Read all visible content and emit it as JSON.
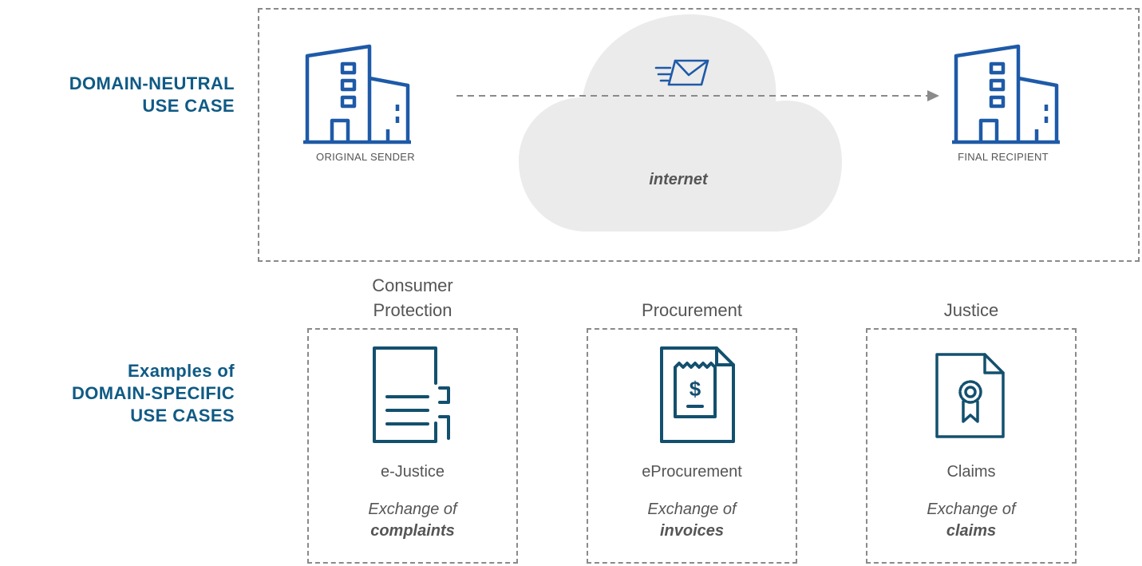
{
  "neutral": {
    "heading_line1": "DOMAIN-NEUTRAL",
    "heading_line2": "USE CASE",
    "sender_label": "ORIGINAL SENDER",
    "recipient_label": "FINAL RECIPIENT",
    "cloud_label": "internet"
  },
  "specific": {
    "heading_line1": "Examples of",
    "heading_line2": "DOMAIN-SPECIFIC",
    "heading_line3": "USE CASES"
  },
  "domains": [
    {
      "title_line1": "Consumer",
      "title_line2": "Protection",
      "name": "e-Justice",
      "desc_line1": "Exchange of",
      "desc_line2": "complaints",
      "icon": "document-icon"
    },
    {
      "title_line1": "",
      "title_line2": "Procurement",
      "name": "eProcurement",
      "desc_line1": "Exchange of",
      "desc_line2": "invoices",
      "icon": "invoice-icon"
    },
    {
      "title_line1": "",
      "title_line2": "Justice",
      "name": "Claims",
      "desc_line1": "Exchange of",
      "desc_line2": "claims",
      "icon": "certificate-icon"
    }
  ],
  "colors": {
    "building_blue": "#1e5aa8",
    "document_teal": "#13506e",
    "heading_blue": "#0f5a85",
    "cloud_gray": "#ebebeb",
    "dash_gray": "#8a8a8a"
  }
}
